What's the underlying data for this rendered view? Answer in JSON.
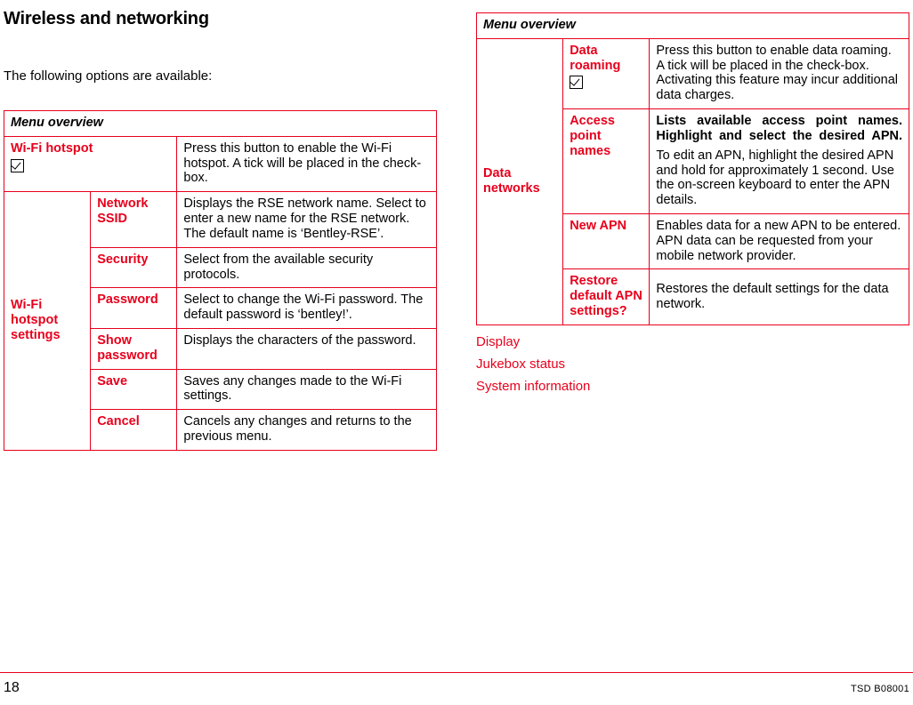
{
  "document": {
    "title": "Wireless and networking",
    "intro": "The following options are available:",
    "page_number": "18",
    "doc_code": "TSD B08001"
  },
  "left_table": {
    "header": "Menu overview",
    "rows": [
      {
        "col1": "Wi-Fi hotspot",
        "col1_checkbox": true,
        "col2": "",
        "desc": "Press this button to enable the Wi-Fi hotspot. A tick will be placed in the check-box."
      },
      {
        "col1": "Wi-Fi hotspot settings",
        "col2": "Network SSID",
        "desc": "Displays the RSE network name. Select to enter a new name for the RSE network. The default name is ‘Bentley-RSE’."
      },
      {
        "col1": "",
        "col2": "Security",
        "desc": "Select from the available security protocols."
      },
      {
        "col1": "",
        "col2": "Password",
        "desc": "Select to change the Wi-Fi password. The default password is ‘bentley!’."
      },
      {
        "col1": "",
        "col2": "Show password",
        "desc": "Displays the characters of the password."
      },
      {
        "col1": "",
        "col2": "Save",
        "desc": "Saves any changes made to the Wi-Fi settings."
      },
      {
        "col1": "",
        "col2": "Cancel",
        "desc": "Cancels any changes and returns to the previous menu."
      }
    ]
  },
  "right_table": {
    "header": "Menu overview",
    "group_label": "Data networks",
    "rows": [
      {
        "col2": "Data roaming",
        "col2_checkbox": true,
        "desc": "Press this button to enable data roaming. A tick will be placed in the check-box. Activating this feature may incur additional data charges."
      },
      {
        "col2": "Access point names",
        "desc_bold": "Lists available access point names. Highlight and select the desired APN.",
        "desc": "To edit an APN, highlight the desired APN and hold for approximately 1 second. Use the on-screen keyboard to enter the APN details."
      },
      {
        "col2": "New APN",
        "desc": "Enables data for a new APN to be entered. APN data can be requested from your mobile network provider."
      },
      {
        "col2": "Restore default APN settings?",
        "desc": "Restores the default settings for the data network."
      }
    ]
  },
  "right_links": [
    {
      "label": "Display"
    },
    {
      "label": "Jukebox status"
    },
    {
      "label": "System information"
    }
  ]
}
